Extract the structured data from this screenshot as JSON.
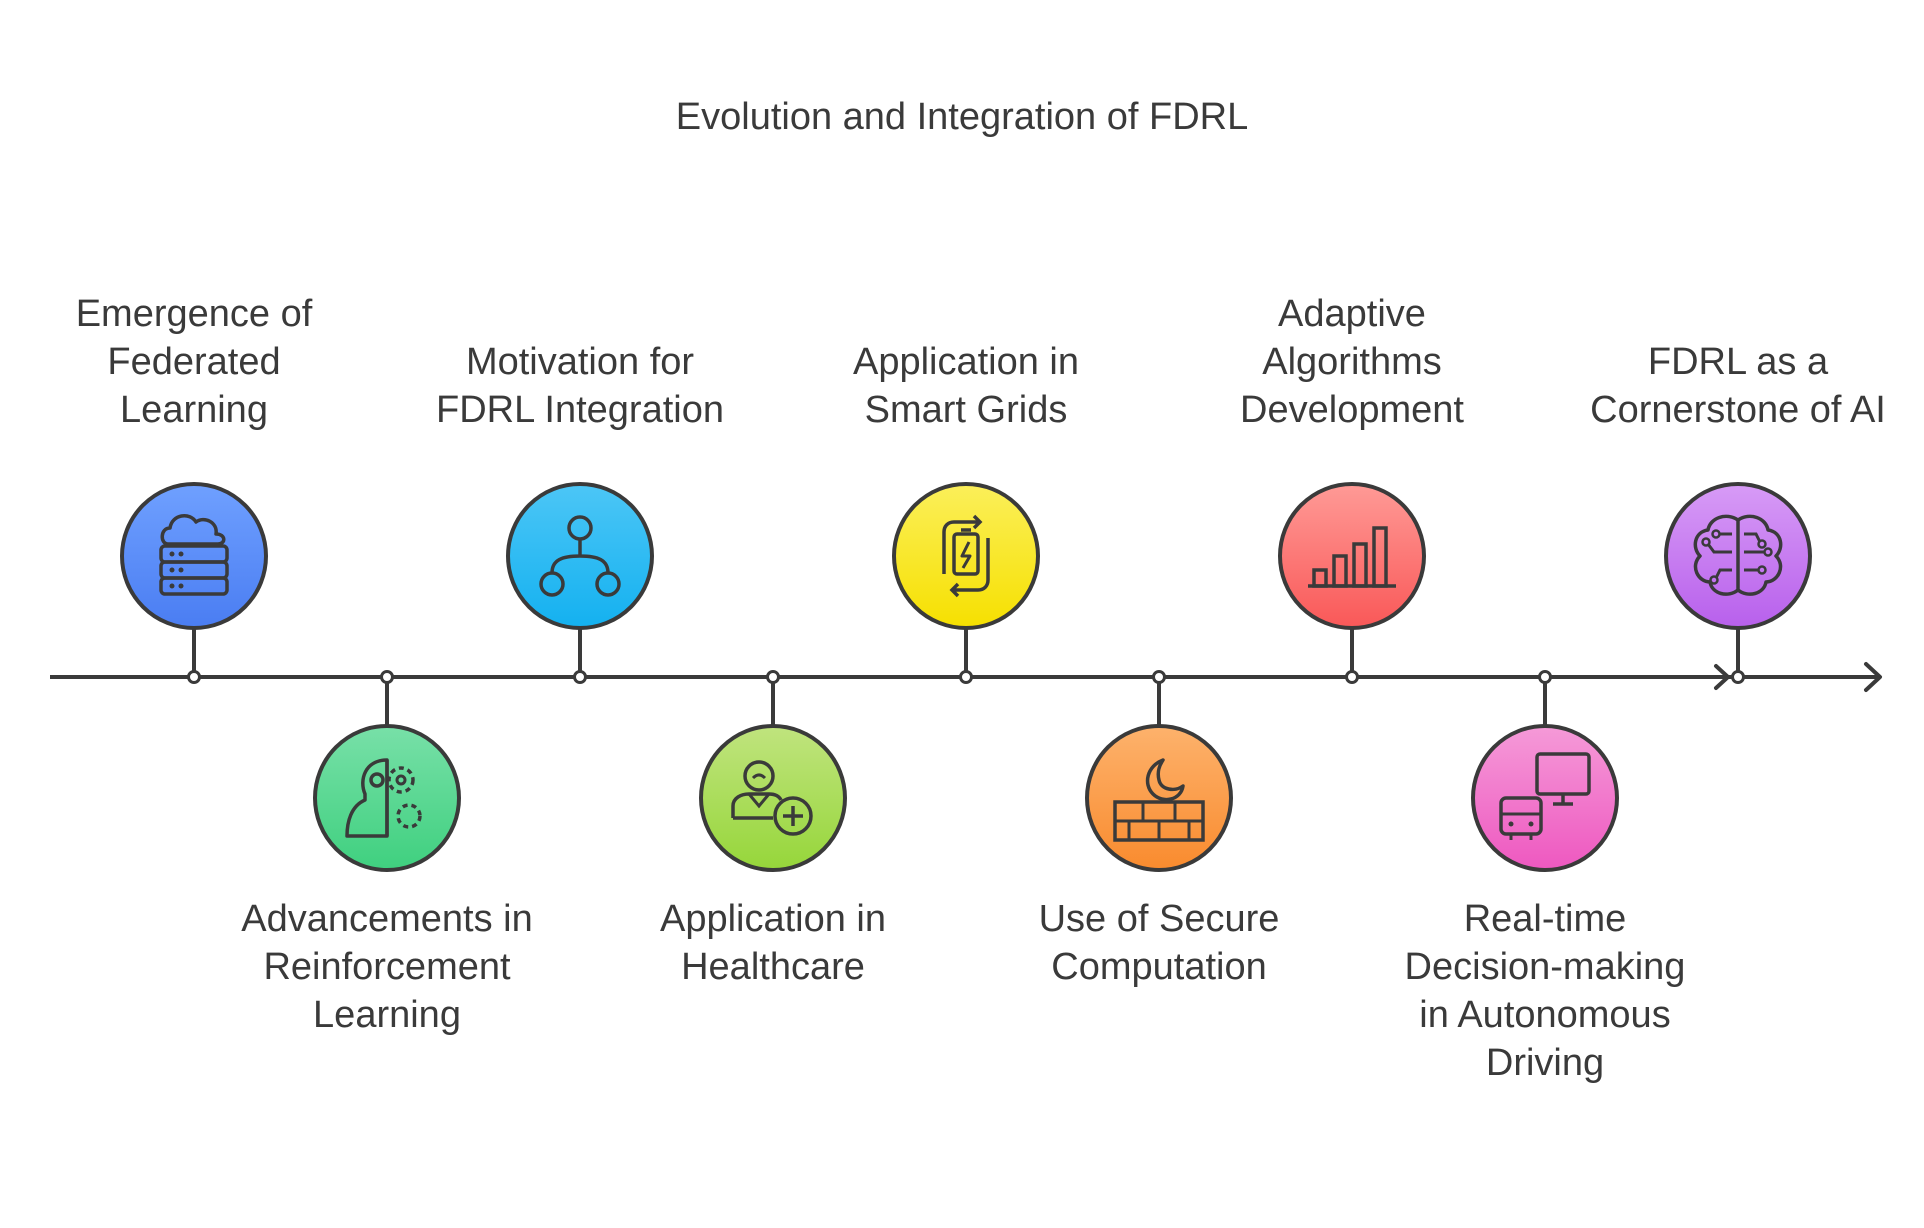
{
  "title": "Evolution and Integration of FDRL",
  "events": [
    {
      "label": "Emergence of Federated Learning",
      "position": "above",
      "icon": "cloud-server-icon",
      "color": "#5b8ff9"
    },
    {
      "label": "Advancements in Reinforcement Learning",
      "position": "below",
      "icon": "head-gears-icon",
      "color": "#4fd68e"
    },
    {
      "label": "Motivation for FDRL Integration",
      "position": "above",
      "icon": "network-hierarchy-icon",
      "color": "#25b9f3"
    },
    {
      "label": "Application in Healthcare",
      "position": "below",
      "icon": "patient-plus-icon",
      "color": "#a2dc4a"
    },
    {
      "label": "Application in Smart Grids",
      "position": "above",
      "icon": "battery-refresh-icon",
      "color": "#f8e81c"
    },
    {
      "label": "Use of Secure Computation",
      "position": "below",
      "icon": "firewall-icon",
      "color": "#fb9a44"
    },
    {
      "label": "Adaptive Algorithms Development",
      "position": "above",
      "icon": "bar-chart-icon",
      "color": "#fb6f6f"
    },
    {
      "label": "Real-time Decision-making in Autonomous Driving",
      "position": "below",
      "icon": "bus-monitor-icon",
      "color": "#f06ac6"
    },
    {
      "label": "FDRL as a Cornerstone of AI",
      "position": "above",
      "icon": "brain-circuit-icon",
      "color": "#c173ef"
    }
  ]
}
